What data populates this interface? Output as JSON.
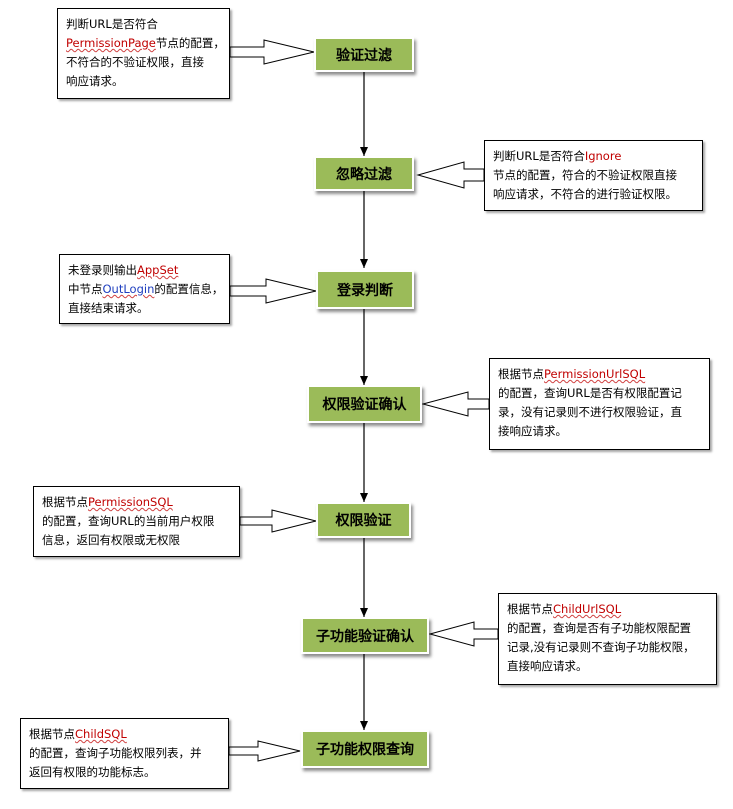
{
  "steps": {
    "s1": "验证过滤",
    "s2": "忽略过滤",
    "s3": "登录判断",
    "s4": "权限验证确认",
    "s5": "权限验证",
    "s6": "子功能验证确认",
    "s7": "子功能权限查询"
  },
  "notes": {
    "n1": {
      "l1": "判断URL是否符合",
      "l2_key": "PermissionPage",
      "l2_rest": "节点的配置，",
      "l3": "不符合的不验证权限，直接",
      "l4": "响应请求。"
    },
    "n2": {
      "l1_pre": "判断URL是否符合",
      "l1_key": "Ignore",
      "l2": "节点的配置，符合的不验证权限直接",
      "l3": "响应请求，不符合的进行验证权限。"
    },
    "n3": {
      "l1_pre": "未登录则输出",
      "l1_key": "AppSet",
      "l2_pre": "中节点",
      "l2_key": "OutLogin",
      "l2_rest": "的配置信息，",
      "l3": "直接结束请求。"
    },
    "n4": {
      "l1_pre": "根据节点",
      "l1_key": "PermissionUrlSQL",
      "l2": "的配置，查询URL是否有权限配置记",
      "l3": "录，没有记录则不进行权限验证，直",
      "l4": "接响应请求。"
    },
    "n5": {
      "l1_pre": "根据节点",
      "l1_key": "PermissionSQL",
      "l2": "的配置，查询URL的当前用户权限",
      "l3": "信息，返回有权限或无权限"
    },
    "n6": {
      "l1_pre": "根据节点",
      "l1_key": "ChildUrlSQL",
      "l2": "的配置，查询是否有子功能权限配置",
      "l3": "记录,没有记录则不查询子功能权限，",
      "l4": "直接响应请求。"
    },
    "n7": {
      "l1_pre": "根据节点",
      "l1_key": "ChildSQL",
      "l2": "的配置，查询子功能权限列表，并",
      "l3": "返回有权限的功能标志。"
    }
  },
  "colors": {
    "step_fill": "#9bbb59",
    "keyword_red": "#c00000",
    "keyword_blue": "#1f3fbf"
  }
}
